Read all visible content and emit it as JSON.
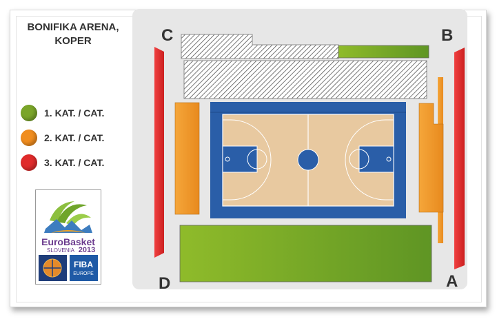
{
  "venue": {
    "line1": "BONIFIKA ARENA,",
    "line2": "KOPER"
  },
  "legend": [
    {
      "label": "1. KAT. / CAT.",
      "color": "#7aa529"
    },
    {
      "label": "2. KAT. / CAT.",
      "color": "#f08d1f"
    },
    {
      "label": "3. KAT. / CAT.",
      "color": "#e02b2b"
    }
  ],
  "logo": {
    "name": "EuroBasket",
    "country": "SLOVENIA",
    "year": "2013",
    "org": "FIBA",
    "org_sub": "EUROPE"
  },
  "corners": {
    "a": "A",
    "b": "B",
    "c": "C",
    "d": "D"
  }
}
